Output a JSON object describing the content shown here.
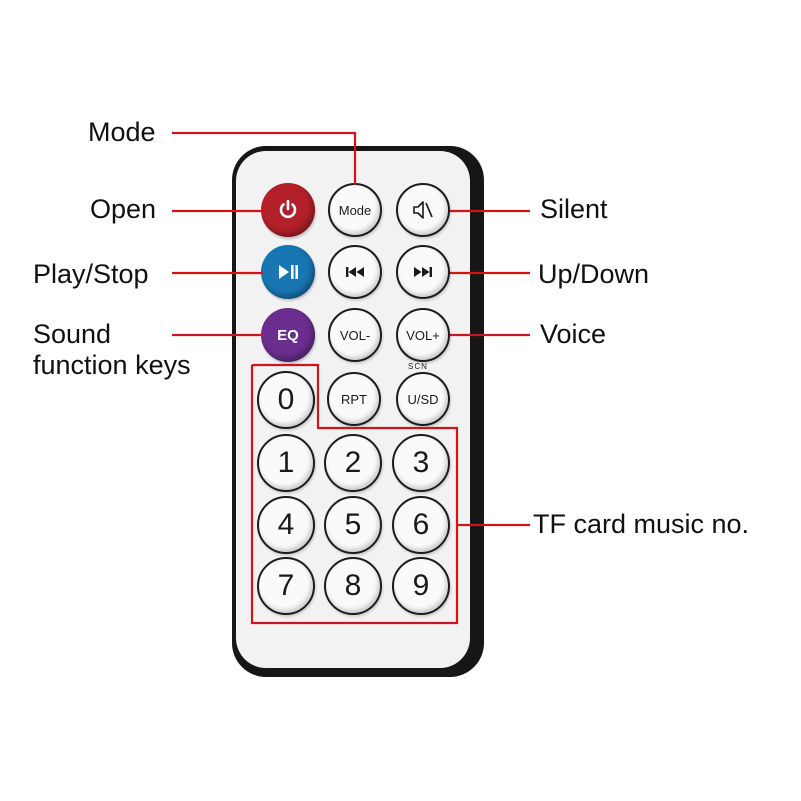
{
  "callouts": {
    "mode": "Mode",
    "open": "Open",
    "play_stop": "Play/Stop",
    "sound_line1": "Sound",
    "sound_line2": "function keys",
    "silent": "Silent",
    "up_down": "Up/Down",
    "voice": "Voice",
    "tf_card": "TF card music no."
  },
  "buttons": {
    "mode": "Mode",
    "eq": "EQ",
    "vol_minus": "VOL-",
    "vol_plus": "VOL+",
    "scn": "SCN",
    "rpt": "RPT",
    "usd": "U/SD",
    "digits": [
      "0",
      "1",
      "2",
      "3",
      "4",
      "5",
      "6",
      "7",
      "8",
      "9"
    ]
  },
  "colors": {
    "callout_line": "#d0141c",
    "power_button": "#b3202a",
    "play_button": "#1877b3",
    "eq_button": "#6b2e8f"
  },
  "icons": {
    "power": "power-icon",
    "play_pause": "play-pause-icon",
    "previous": "previous-icon",
    "next": "next-icon",
    "mute": "mute-icon"
  }
}
